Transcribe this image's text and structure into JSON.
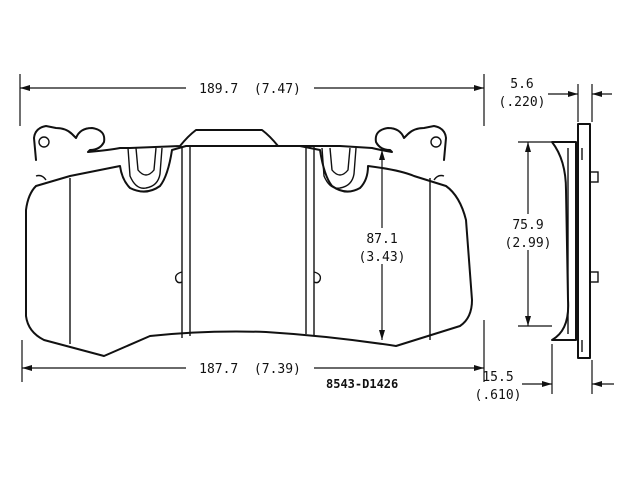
{
  "dimensions": {
    "overall_width": "189.7  (7.47)",
    "bottom_width": "187.7  (7.39)",
    "pad_height_mm": "87.1",
    "pad_height_in": "(3.43)",
    "side_height_mm": "75.9",
    "side_height_in": "(2.99)",
    "backing_thickness_mm": "5.6",
    "backing_thickness_in": "(.220)",
    "total_thickness_mm": "15.5",
    "total_thickness_in": "(.610)"
  },
  "part_number": "8543-D1426"
}
